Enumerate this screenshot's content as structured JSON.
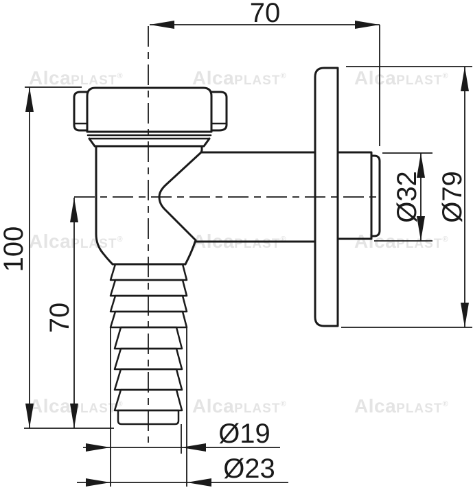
{
  "meta": {
    "type": "technical-drawing",
    "subject": "Wall-mounted washing machine siphon (outlet elbow with hose barb and wall flange)"
  },
  "watermark": {
    "brand_bold": "Alca",
    "brand_rest": "PLAST",
    "registered": "®"
  },
  "dimensions": {
    "top_width": "70",
    "overall_height": "100",
    "hose_section_height": "70",
    "spigot_diameter": "Ø32",
    "flange_diameter": "Ø79",
    "hose_end_diameter": "Ø19",
    "hose_barb_diameter": "Ø23"
  },
  "colors": {
    "line": "#1a1a1a",
    "background": "#ffffff",
    "watermark": "#e4e4e4"
  }
}
